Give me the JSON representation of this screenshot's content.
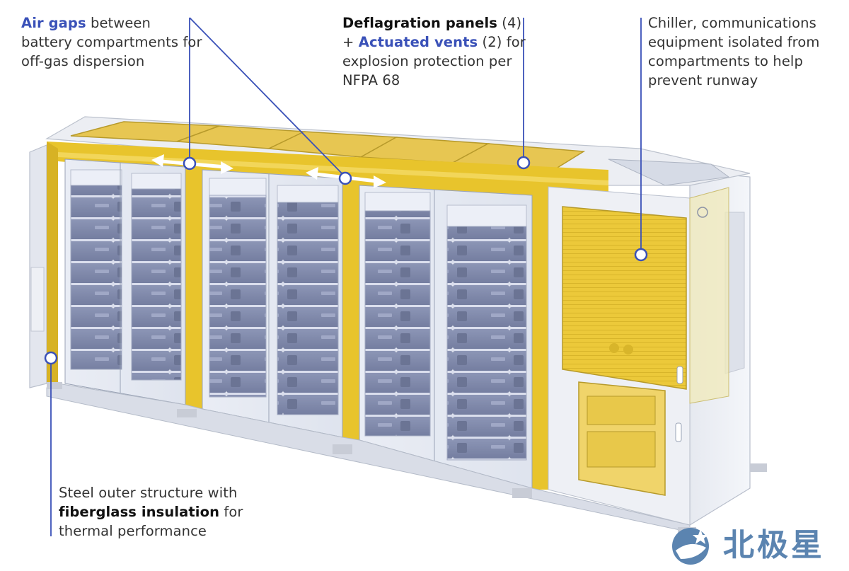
{
  "labels": {
    "air_gaps": {
      "highlight": "Air gaps",
      "text": " between battery compartments for off-gas dispersion"
    },
    "deflagration": {
      "highlight1": "Deflagration panels",
      "text1": " (4) + ",
      "highlight2": "Actuated vents",
      "text2": " (2) for explosion protection per NFPA 68"
    },
    "chiller": {
      "text": "Chiller, communications equipment isolated from compartments to help prevent runway"
    },
    "steel": {
      "text1": "Steel outer structure with ",
      "highlight": "fiberglass insulation",
      "text2": " for thermal performance"
    }
  },
  "watermark": {
    "text": "北极星"
  },
  "colors": {
    "accent_blue": "#3a51b8",
    "frame_yellow": "#e8c42c",
    "battery_blue": "#5a6590",
    "housing_gray": "#e4e7ee"
  }
}
